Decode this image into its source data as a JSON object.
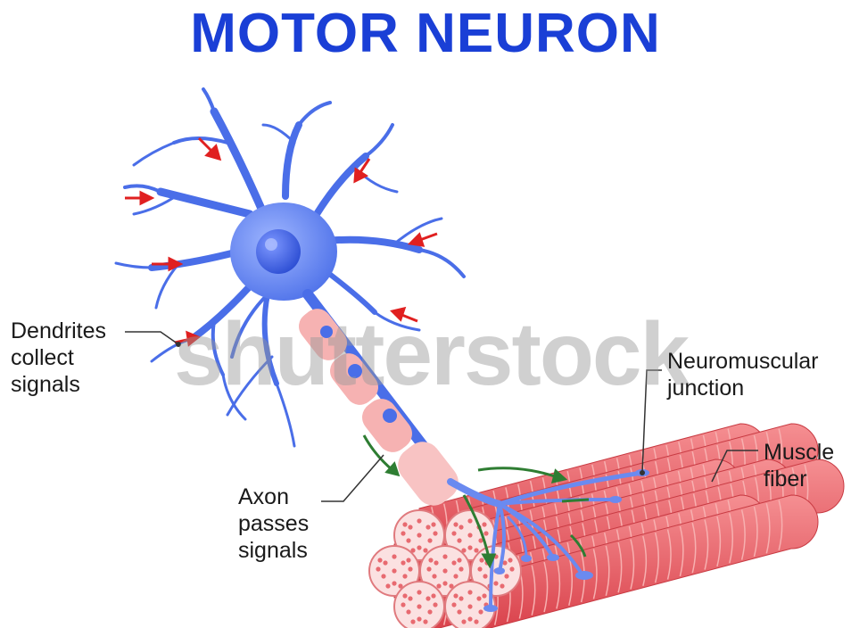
{
  "title": "MOTOR NEURON",
  "labels": {
    "dendrites": [
      "Dendrites",
      "collect",
      "signals"
    ],
    "axon": [
      "Axon",
      "passes",
      "signals"
    ],
    "junction": [
      "Neuromuscular",
      "junction"
    ],
    "fiber": [
      "Muscle",
      "fiber"
    ]
  },
  "watermark": "shutterstock",
  "colors": {
    "title": "#1a3fd6",
    "neuron": "#4a6ee8",
    "neuron_dark": "#2a48c8",
    "nucleus": "#2e4fd4",
    "myelin": "#f6b2b2",
    "muscle": "#e8555a",
    "muscle_light": "#f59a9a",
    "signal_arrow": "#e02020",
    "flow_arrow": "#2e7d32"
  }
}
